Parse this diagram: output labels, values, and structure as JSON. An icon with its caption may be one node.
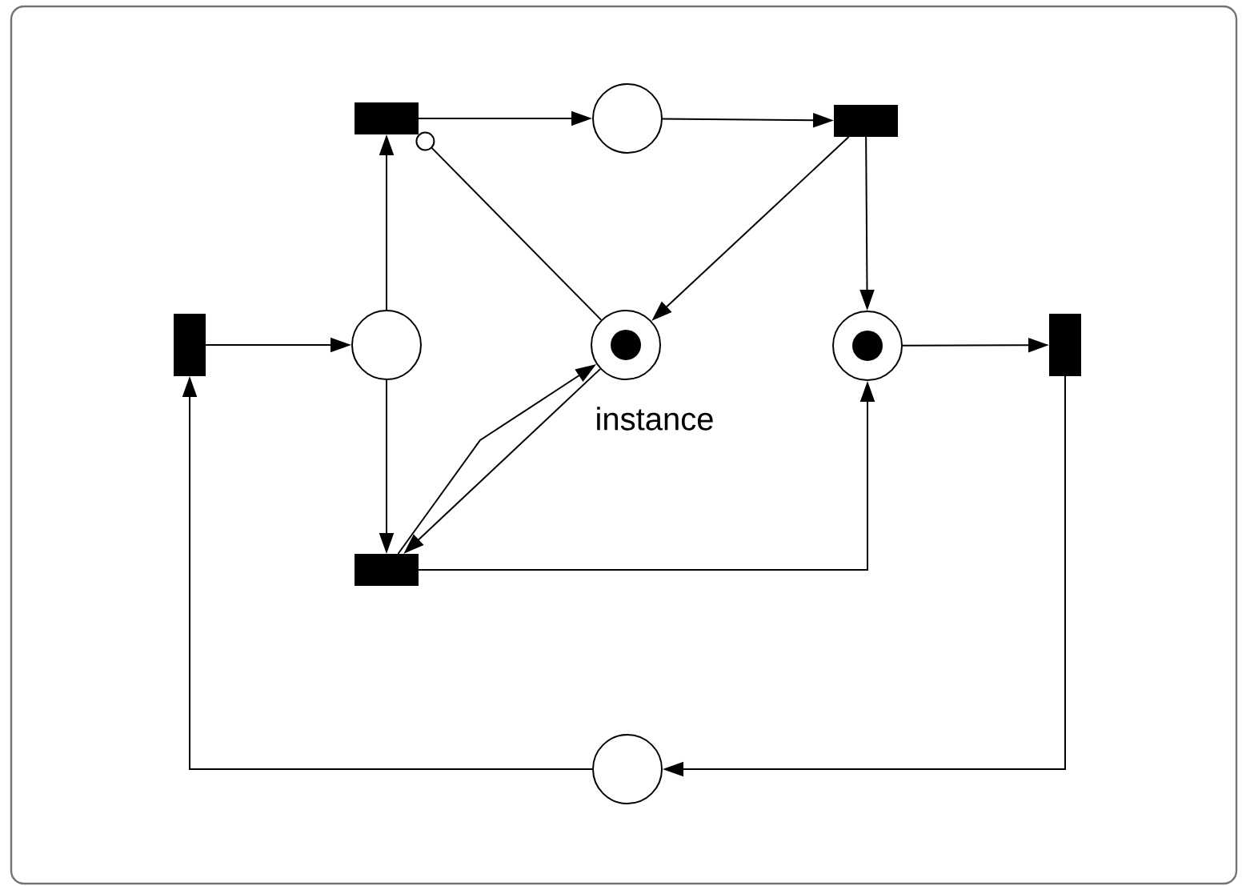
{
  "diagram": {
    "nodes": [
      {
        "text": [],
        "shape": "bar"
      },
      {
        "text": [],
        "shape": "circle"
      },
      {
        "text": [],
        "shape": "bar"
      },
      {
        "text": [],
        "shape": "bar"
      },
      {
        "text": [],
        "shape": "circle"
      },
      {
        "text": [],
        "shape": "circle",
        "beside": [
          "instance"
        ]
      },
      {
        "text": [],
        "shape": "circle"
      },
      {
        "text": [],
        "shape": "bar"
      },
      {
        "text": [],
        "shape": "bar"
      },
      {
        "text": [],
        "shape": "circle"
      }
    ],
    "edges": [
      {
        "from": 0,
        "to": 1,
        "arrow": "to"
      },
      {
        "from": 1,
        "to": 2,
        "arrow": "to"
      },
      {
        "from": 2,
        "to": 5,
        "arrow": "to"
      },
      {
        "from": 2,
        "to": 6,
        "arrow": "to"
      },
      {
        "from": 3,
        "to": 4,
        "arrow": "to"
      },
      {
        "from": 4,
        "to": 0,
        "arrow": "to"
      },
      {
        "from": 5,
        "to": 0,
        "arrow": "other"
      },
      {
        "from": 4,
        "to": 8,
        "arrow": "to"
      },
      {
        "from": 8,
        "to": 5,
        "arrow": "to"
      },
      {
        "from": 5,
        "to": 8,
        "arrow": "to"
      },
      {
        "from": 8,
        "to": 6,
        "arrow": "to"
      },
      {
        "from": 6,
        "to": 7,
        "arrow": "to"
      },
      {
        "from": 7,
        "to": 9,
        "arrow": "to"
      },
      {
        "from": 9,
        "to": 3,
        "arrow": "to"
      }
    ]
  }
}
